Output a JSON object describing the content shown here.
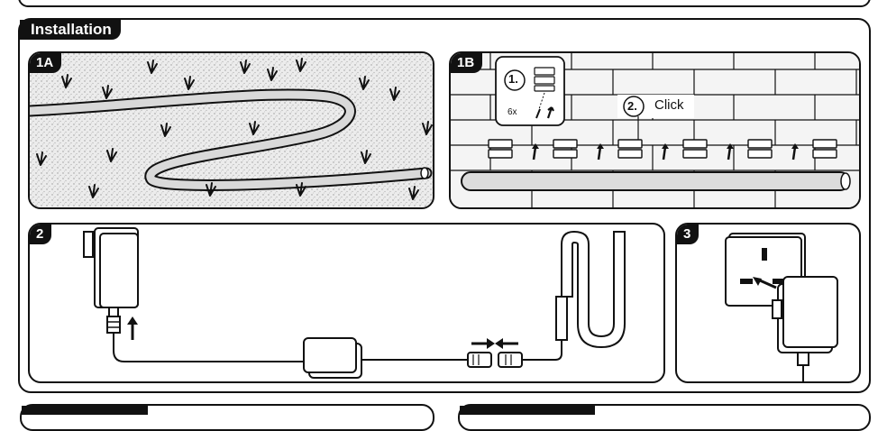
{
  "section": {
    "title": "Installation"
  },
  "panels": [
    {
      "id": "1A",
      "label": "1A"
    },
    {
      "id": "1B",
      "label": "1B",
      "steps": [
        {
          "num": "1.",
          "text": ""
        },
        {
          "num": "2.",
          "text": "Click"
        }
      ],
      "qty": "6x"
    },
    {
      "id": "2",
      "label": "2"
    },
    {
      "id": "3",
      "label": "3"
    }
  ],
  "colors": {
    "ink": "#111111",
    "grass": "#e4e4e4",
    "wall": "#f4f4f4",
    "strip": "#dcdcdc"
  }
}
